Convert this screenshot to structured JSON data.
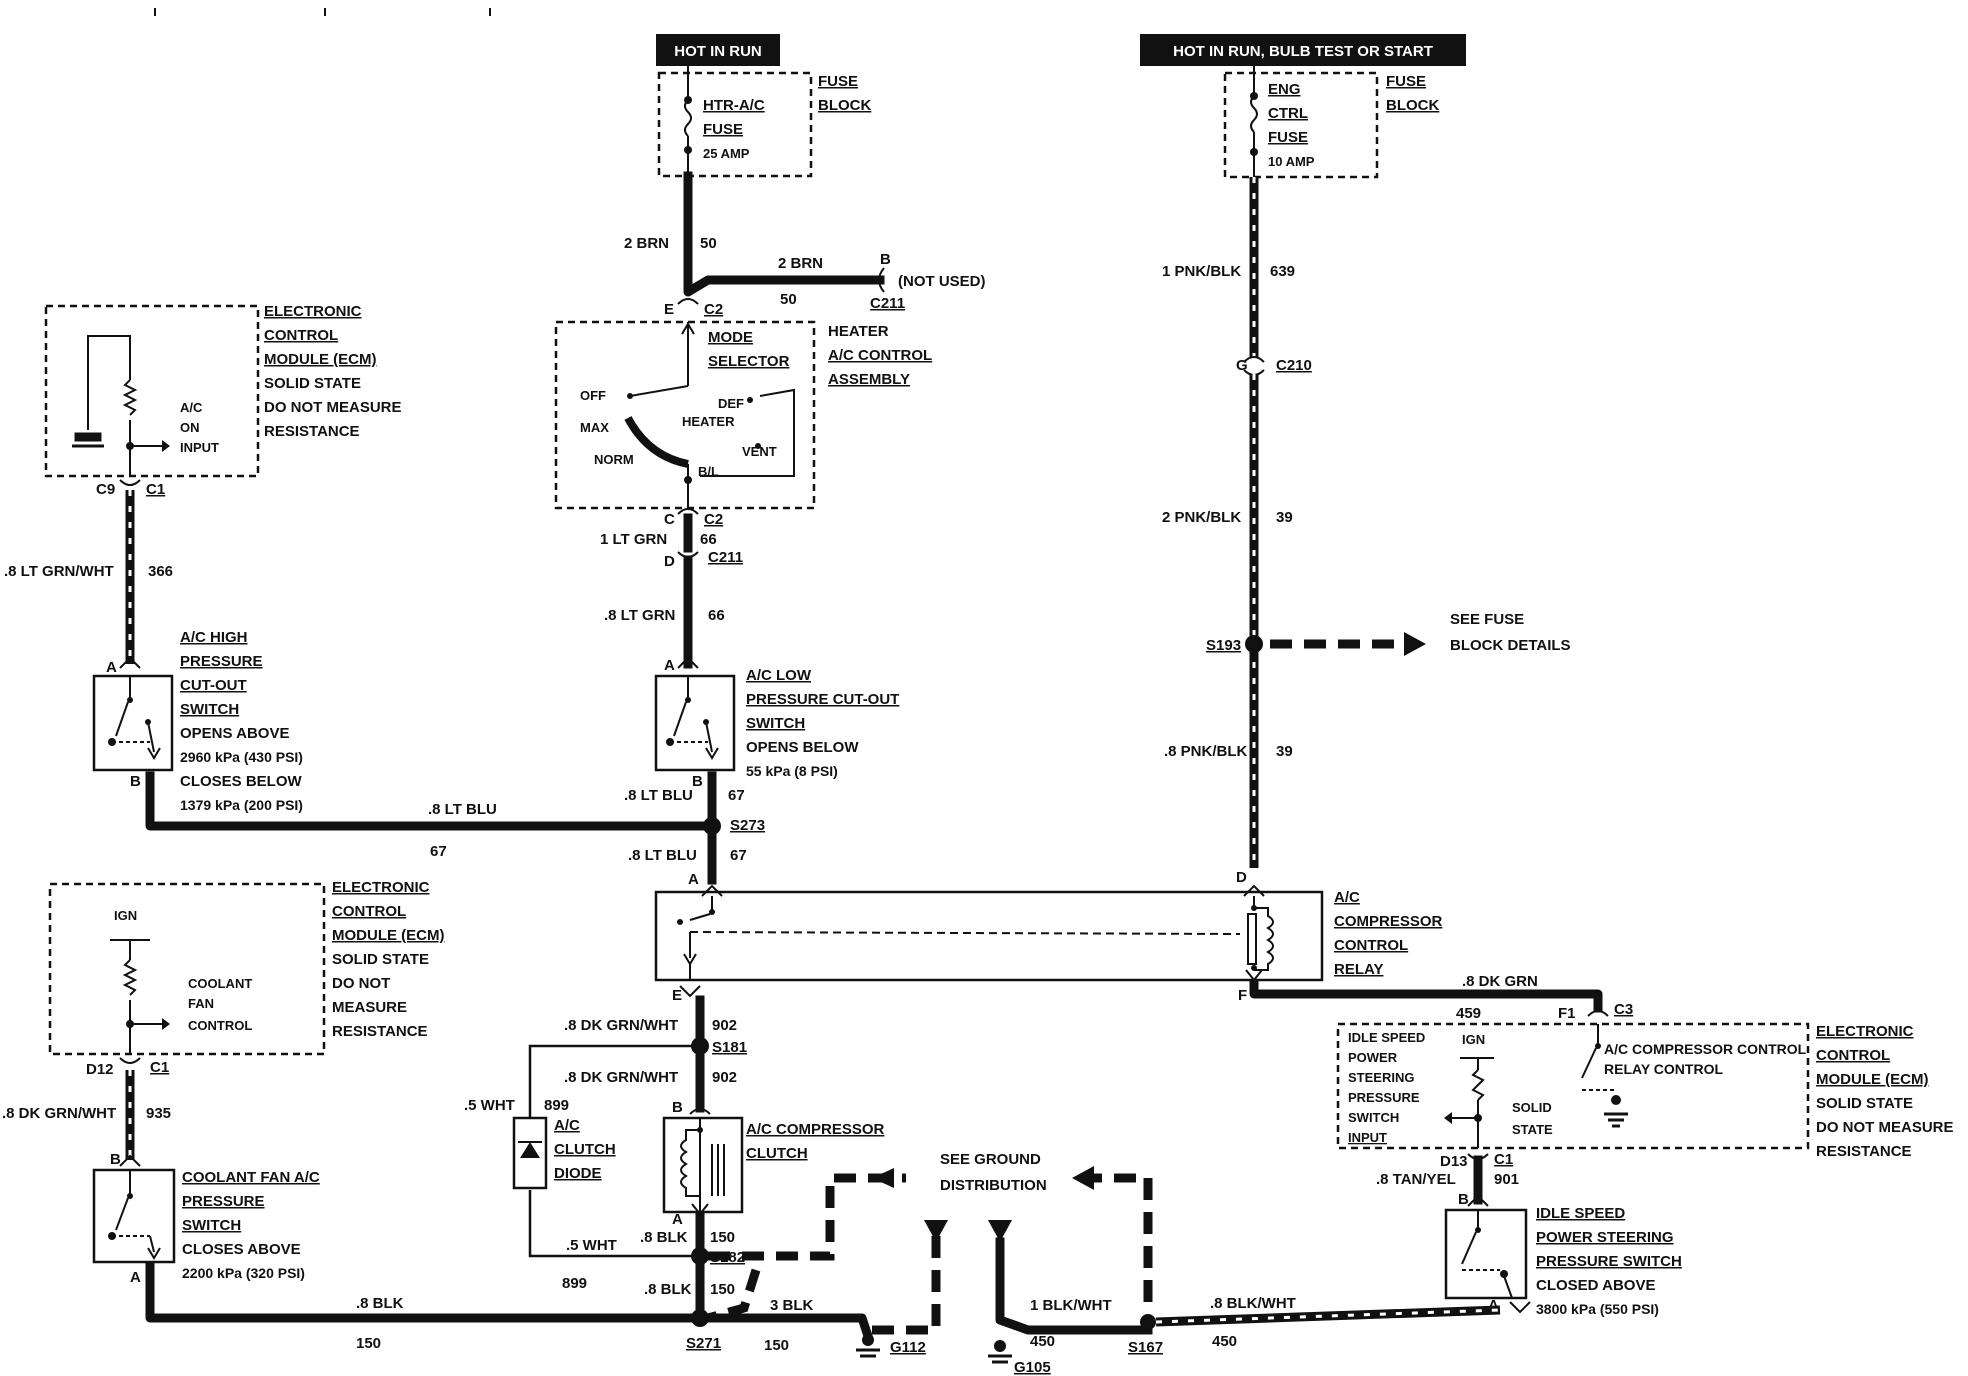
{
  "headers": {
    "hot_in_run": "HOT IN RUN",
    "hot_in_run_bulb": "HOT IN RUN, BULB TEST OR START"
  },
  "fuse_left": {
    "name": [
      "HTR-A/C",
      "FUSE"
    ],
    "rating": "25 AMP",
    "block": [
      "FUSE",
      "BLOCK"
    ]
  },
  "fuse_right": {
    "name": [
      "ENG",
      "CTRL",
      "FUSE"
    ],
    "rating": "10 AMP",
    "block": [
      "FUSE",
      "BLOCK"
    ]
  },
  "ecm_top": {
    "label": [
      "ELECTRONIC",
      "CONTROL",
      "MODULE (ECM)",
      "SOLID STATE",
      "DO NOT MEASURE",
      "RESISTANCE"
    ],
    "input": [
      "A/C",
      "ON",
      "INPUT"
    ],
    "pins": [
      "C9",
      "C1"
    ]
  },
  "ecm_mid": {
    "label": [
      "ELECTRONIC",
      "CONTROL",
      "MODULE (ECM)",
      "SOLID STATE",
      "DO NOT",
      "MEASURE",
      "RESISTANCE"
    ],
    "ign": "IGN",
    "output": [
      "COOLANT",
      "FAN",
      "CONTROL"
    ],
    "pins": [
      "D12",
      "C1"
    ]
  },
  "ecm_right": {
    "label": [
      "ELECTRONIC",
      "CONTROL",
      "MODULE (ECM)",
      "SOLID STATE",
      "DO NOT MEASURE",
      "RESISTANCE"
    ],
    "input": [
      "IDLE SPEED",
      "POWER",
      "STEERING",
      "PRESSURE",
      "SWITCH",
      "INPUT"
    ],
    "ign": "IGN",
    "relay_control": [
      "A/C COMPRESSOR CONTROL",
      "RELAY CONTROL"
    ],
    "solid": [
      "SOLID",
      "STATE"
    ],
    "pins": [
      "F1",
      "C3",
      "D13",
      "C1"
    ]
  },
  "mode_selector": {
    "label": [
      "MODE",
      "SELECTOR"
    ],
    "assembly": [
      "HEATER",
      "A/C CONTROL",
      "ASSEMBLY"
    ],
    "positions": [
      "OFF",
      "MAX",
      "NORM",
      "DEF",
      "HEATER",
      "VENT",
      "B/L"
    ]
  },
  "connectors": {
    "e_c2": [
      "E",
      "C2"
    ],
    "c_c2": [
      "C",
      "C2"
    ],
    "d_c211": [
      "D",
      "C211"
    ],
    "b_c211": [
      "B",
      "C211"
    ],
    "not_used": "(NOT USED)",
    "g_c210": [
      "G",
      "C210"
    ]
  },
  "wires": {
    "w50a": [
      "2 BRN",
      "50"
    ],
    "w50b": [
      "2 BRN",
      "50"
    ],
    "w366": [
      ".8 LT GRN/WHT",
      "366"
    ],
    "w66a": [
      "1 LT GRN",
      "66"
    ],
    "w66b": [
      ".8 LT GRN",
      "66"
    ],
    "w67a": [
      ".8 LT BLU",
      "67"
    ],
    "w67b": [
      ".8 LT BLU",
      "67"
    ],
    "w67c": [
      ".8 LT BLU",
      "67"
    ],
    "w639": [
      "1 PNK/BLK",
      "639"
    ],
    "w39a": [
      "2 PNK/BLK",
      "39"
    ],
    "w39b": [
      ".8 PNK/BLK",
      "39"
    ],
    "w459": [
      ".8 DK GRN",
      "459"
    ],
    "w902a": [
      ".8 DK GRN/WHT",
      "902"
    ],
    "w902b": [
      ".8 DK GRN/WHT",
      "902"
    ],
    "w899a": [
      ".5 WHT",
      "899"
    ],
    "w899b": [
      ".5 WHT",
      "899"
    ],
    "w935": [
      ".8 DK GRN/WHT",
      "935"
    ],
    "w150a": [
      ".8 BLK",
      "150"
    ],
    "w150b": [
      ".8 BLK",
      "150"
    ],
    "w150c": [
      ".8 BLK",
      "150"
    ],
    "w150d": [
      "3 BLK",
      "150"
    ],
    "w450a": [
      "1 BLK/WHT",
      "450"
    ],
    "w450b": [
      ".8 BLK/WHT",
      "450"
    ],
    "w901": [
      ".8 TAN/YEL",
      "901"
    ]
  },
  "splices": {
    "s193": "S193",
    "s273": "S273",
    "s181": "S181",
    "s182": "S182",
    "s271": "S271",
    "s167": "S167"
  },
  "grounds": {
    "g112": "G112",
    "g105": "G105"
  },
  "see_fuse": [
    "SEE FUSE",
    "BLOCK DETAILS"
  ],
  "see_ground": [
    "SEE GROUND",
    "DISTRIBUTION"
  ],
  "hp_switch": {
    "label": [
      "A/C HIGH",
      "PRESSURE",
      "CUT-OUT",
      "SWITCH"
    ],
    "spec": [
      "OPENS ABOVE",
      "2960 kPa (430 PSI)",
      "CLOSES BELOW",
      "1379 kPa (200 PSI)"
    ],
    "pins": [
      "A",
      "B"
    ]
  },
  "lp_switch": {
    "label": [
      "A/C LOW",
      "PRESSURE CUT-OUT",
      "SWITCH"
    ],
    "spec": [
      "OPENS BELOW",
      "55 kPa (8 PSI)"
    ],
    "pins": [
      "A",
      "B"
    ]
  },
  "relay": {
    "label": [
      "A/C",
      "COMPRESSOR",
      "CONTROL",
      "RELAY"
    ],
    "pins": [
      "A",
      "E",
      "D",
      "F"
    ]
  },
  "diode": {
    "label": [
      "A/C",
      "CLUTCH",
      "DIODE"
    ]
  },
  "clutch": {
    "label": [
      "A/C COMPRESSOR",
      "CLUTCH"
    ],
    "pins": [
      "B",
      "A"
    ]
  },
  "fan_switch": {
    "label": [
      "COOLANT FAN A/C",
      "PRESSURE",
      "SWITCH"
    ],
    "spec": [
      "CLOSES ABOVE",
      "2200 kPa (320 PSI)"
    ],
    "pins": [
      "B",
      "A"
    ]
  },
  "ps_switch": {
    "label": [
      "IDLE SPEED",
      "POWER STEERING",
      "PRESSURE SWITCH"
    ],
    "spec": [
      "CLOSED ABOVE",
      "3800 kPa (550 PSI)"
    ],
    "pins": [
      "B",
      "A"
    ]
  }
}
